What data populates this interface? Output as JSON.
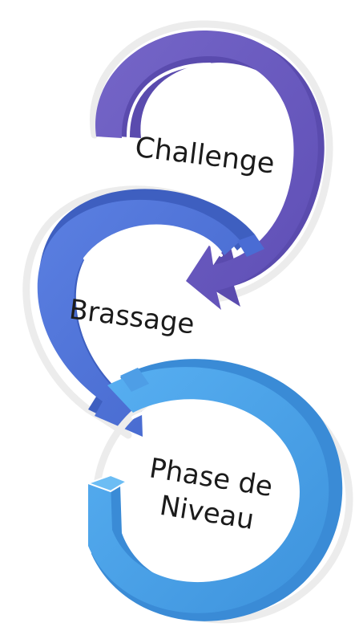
{
  "diagram": {
    "stages": [
      {
        "id": "challenge",
        "label": "Challenge",
        "color": "#6A5BBE",
        "side_color": "#5547A7"
      },
      {
        "id": "brassage",
        "label": "Brassage",
        "color": "#4F74D8",
        "side_color": "#3F60BE"
      },
      {
        "id": "phase-de-niveau",
        "label_lines": [
          "Phase de",
          "Niveau"
        ],
        "color": "#4AA3EA",
        "side_color": "#3A8DD4"
      }
    ]
  }
}
